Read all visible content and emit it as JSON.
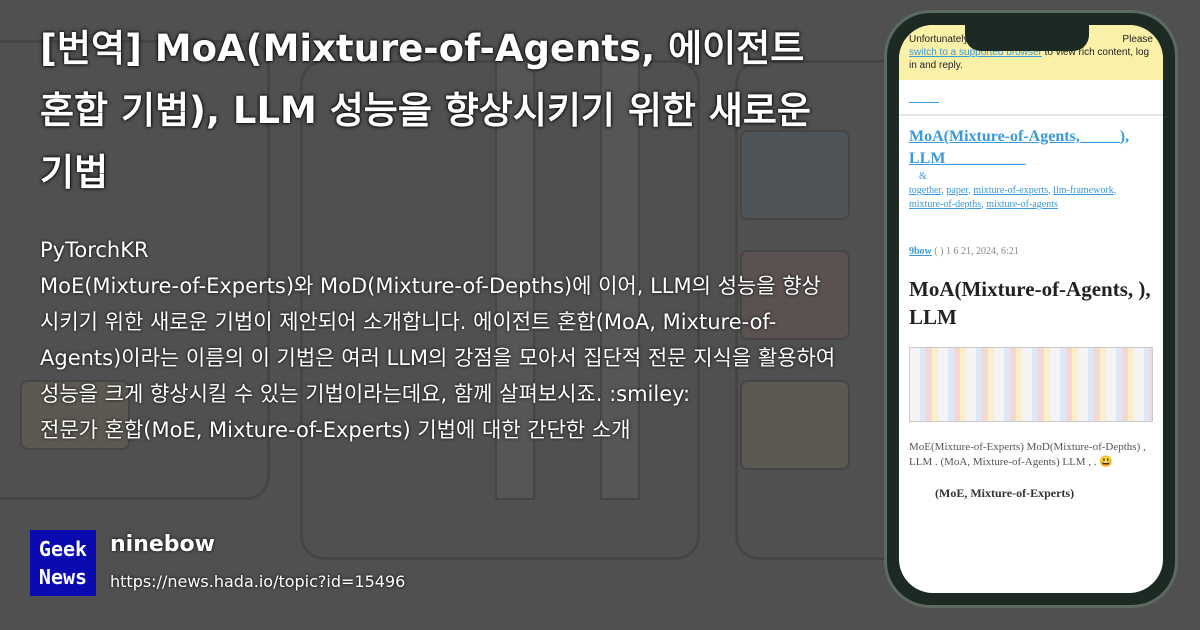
{
  "title": "[번역] MoA(Mixture-of-Agents, 에이전트 혼합 기법), LLM 성능을 향상시키기 위한 새로운 기법",
  "source": "PyTorchKR",
  "summary": "MoE(Mixture-of-Experts)와 MoD(Mixture-of-Depths)에 이어, LLM의 성능을 향상시키기 위한 새로운 기법이 제안되어 소개합니다. 에이전트 혼합(MoA, Mixture-of-Agents)이라는 이름의 이 기법은 여러 LLM의 강점을 모아서 집단적 전문 지식을 활용하여 성능을 크게 향상시킬 수 있는 기법이라는데요, 함께 살펴보시죠. :smiley:",
  "summary_cut": "전문가 혼합(MoE, Mixture-of-Experts) 기법에 대한 간단한 소개",
  "logo": {
    "line1": "Geek",
    "line2": "News",
    "color": "#0a0ab0"
  },
  "author": "ninebow",
  "url": "https://news.hada.io/topic?id=15496",
  "phone": {
    "banner_pre": "Unfortunately,",
    "banner_mid": "Please",
    "banner_link": "switch to a supported browser",
    "banner_post": "to view rich content, log in and reply.",
    "top_link": "______",
    "post_title": "MoA(Mixture-of-Agents,_____), LLM__________",
    "amp": "&",
    "tags": [
      "together",
      "paper",
      "mixture-of-experts",
      "llm-framework",
      "mixture-of-depths",
      "mixture-of-agents"
    ],
    "meta_user": "9bow",
    "meta_rest": "(  ) 1  6  21, 2024, 6:21",
    "heading": "MoA(Mixture-of-Agents, ), LLM",
    "para": "MoE(Mixture-of-Experts) MoD(Mixture-of-Depths) , LLM . (MoA, Mixture-of-Agents) LLM , . 😃",
    "subheading": "(MoE, Mixture-of-Experts)",
    "accent": "#3a9ad9",
    "banner_color": "#fbf0a8"
  }
}
